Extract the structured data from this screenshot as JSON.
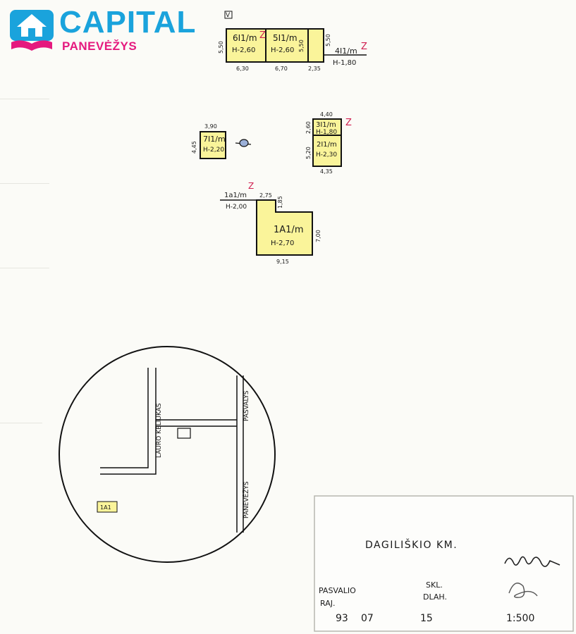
{
  "logo": {
    "brand": "CAPITAL",
    "city": "PANEVĖŽYS",
    "colors": {
      "blue": "#1aa3dc",
      "pink": "#e5197e"
    }
  },
  "plan": {
    "building_fill": "#faf49a",
    "top_block": {
      "rooms": [
        {
          "label": "6I1/m",
          "height": "H-2,60"
        },
        {
          "label": "5I1/m",
          "height": "H-2,60"
        }
      ],
      "dims": {
        "left": "5,50",
        "w1": "6,30",
        "w2": "6,70",
        "w3": "2,35",
        "side": "5,50",
        "right": "5,50"
      },
      "marker": "Z",
      "mark_box": "V"
    },
    "shed_top_right": {
      "label": "4I1/m",
      "height": "H-1,80",
      "marker": "Z"
    },
    "small_left": {
      "label": "7I1/m",
      "height": "H-2,20",
      "w": "3,90",
      "h": "4,45"
    },
    "right_block": {
      "rooms": [
        {
          "label": "3I1/m",
          "height": "H-1,80"
        },
        {
          "label": "2I1/m",
          "height": "H-2,30"
        }
      ],
      "dims": {
        "top": "4,40",
        "h1": "2,60",
        "h2": "5,20",
        "bottom": "4,35"
      },
      "marker": "Z"
    },
    "bottom_block": {
      "label": "1A1/m",
      "height": "H-2,70",
      "annex_label": "1a1/m",
      "annex_height": "H-2,00",
      "dims": {
        "annex": "2,75",
        "notch": "1,85",
        "right": "7,00",
        "bottom": "9,15"
      },
      "marker": "Z"
    }
  },
  "situation": {
    "streets": [
      "LAURO KELIUKAS",
      "PASVALYS",
      "PANEVĖŽYS"
    ],
    "plot_label": "1A1"
  },
  "stamp": {
    "place": "DAGILIŠKIO KM.",
    "rows": [
      {
        "col1": "PASVALIO",
        "col2": "SKL."
      },
      {
        "col1": "RAJ.",
        "col2": "DLAH."
      }
    ],
    "values": {
      "a": "93",
      "b": "07",
      "c": "15",
      "scale": "1:500"
    },
    "signature": "Namy"
  }
}
